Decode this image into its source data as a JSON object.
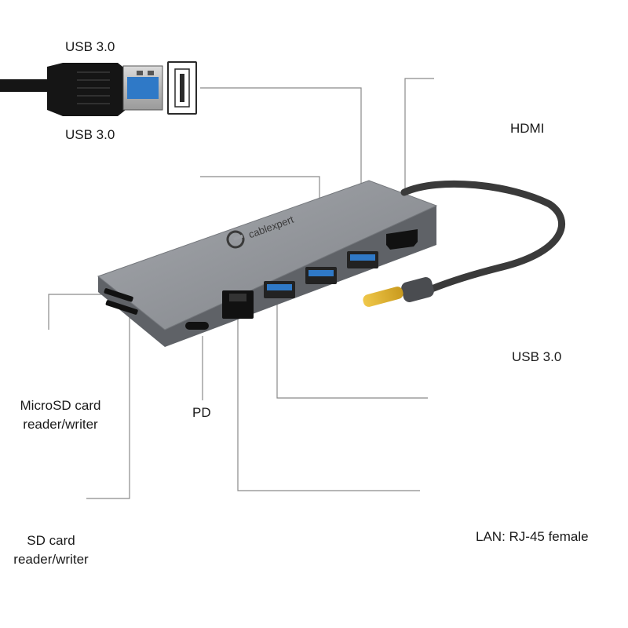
{
  "labels": {
    "usb_top_1": "USB 3.0",
    "usb_top_2": "USB 3.0",
    "hdmi": "HDMI",
    "usb_right": "USB 3.0",
    "lan": "LAN: RJ-45 female",
    "pd": "PD",
    "microsd_line1": "MicroSD card",
    "microsd_line2": "reader/writer",
    "sd_line1": "SD card",
    "sd_line2": "reader/writer"
  },
  "device": {
    "brand": "cablexpert"
  },
  "colors": {
    "hub_body": "#8e9196",
    "hub_side": "#6a6d72",
    "usb_blue": "#2f79c7",
    "cable": "#151515",
    "leader_line": "#8a8a8a",
    "contact_gold": "#e2b72a"
  }
}
